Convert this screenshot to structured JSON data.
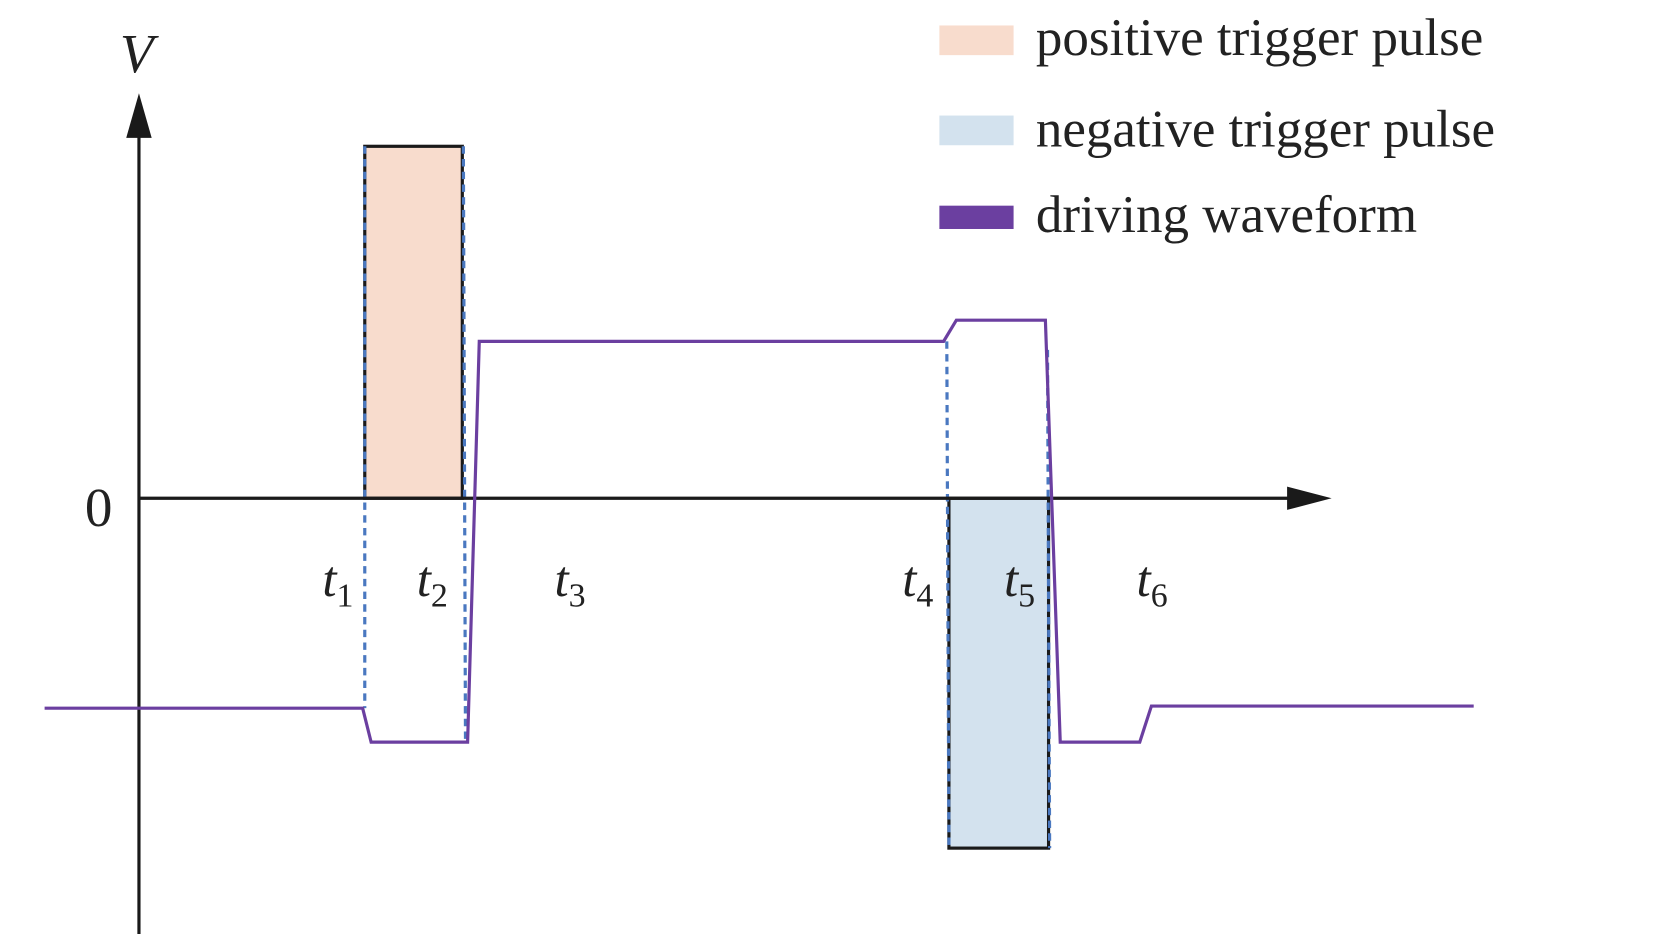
{
  "axes": {
    "y_label": "V",
    "zero_label": "0"
  },
  "time_labels": [
    {
      "base": "t",
      "sub": "1"
    },
    {
      "base": "t",
      "sub": "2"
    },
    {
      "base": "t",
      "sub": "3"
    },
    {
      "base": "t",
      "sub": "4"
    },
    {
      "base": "t",
      "sub": "5"
    },
    {
      "base": "t",
      "sub": "6"
    }
  ],
  "legend": [
    {
      "label": "positive trigger pulse",
      "color": "#f8dccd"
    },
    {
      "label": "negative trigger pulse",
      "color": "#d3e2ee"
    },
    {
      "label": "driving waveform",
      "color": "#6b3fa0"
    }
  ],
  "colors": {
    "axis": "#1a1a1a",
    "marker_line": "#4a78c0",
    "pulse_edge": "#1a1a1a"
  }
}
